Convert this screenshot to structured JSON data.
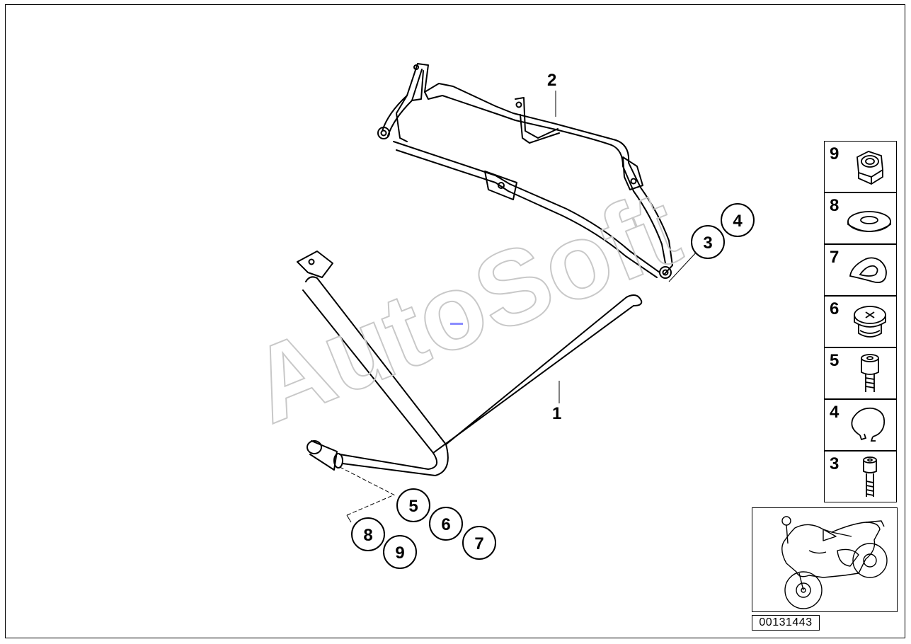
{
  "diagram": {
    "part_labels": [
      {
        "id": "1",
        "text": "1"
      },
      {
        "id": "2",
        "text": "2"
      }
    ],
    "callouts": [
      {
        "id": "3",
        "text": "3"
      },
      {
        "id": "4",
        "text": "4"
      },
      {
        "id": "5",
        "text": "5"
      },
      {
        "id": "6",
        "text": "6"
      },
      {
        "id": "7",
        "text": "7"
      },
      {
        "id": "8",
        "text": "8"
      },
      {
        "id": "9",
        "text": "9"
      }
    ],
    "legend": [
      {
        "number": "9",
        "icon": "hex-nut-icon"
      },
      {
        "number": "8",
        "icon": "washer-icon"
      },
      {
        "number": "7",
        "icon": "clip-icon"
      },
      {
        "number": "6",
        "icon": "grommet-icon"
      },
      {
        "number": "5",
        "icon": "socket-bolt-icon"
      },
      {
        "number": "4",
        "icon": "circlip-icon"
      },
      {
        "number": "3",
        "icon": "cap-screw-icon"
      }
    ],
    "thumbnail_icon": "motorcycle-icon",
    "reference_number": "00131443",
    "watermark": "AutoSoft"
  }
}
